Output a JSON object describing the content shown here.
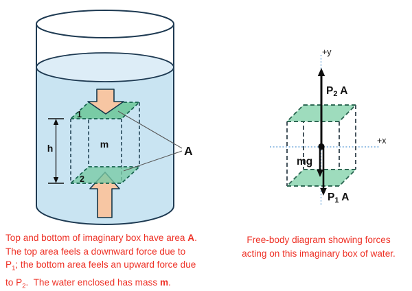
{
  "beaker_labels": {
    "top_face": "1",
    "bottom_face": "2",
    "mass": "m",
    "height": "h",
    "area": "A"
  },
  "fbd_labels": {
    "axis_y": "+y",
    "axis_x": "+x",
    "p2a_base": "P",
    "p2a_sub": "2",
    "p2a_rest": " A",
    "mg": "mg",
    "p1a_base": "P",
    "p1a_sub": "1",
    "p1a_rest": " A"
  },
  "captions": {
    "left": {
      "segments": [
        {
          "t": "Top and bottom of imaginary box have area "
        },
        {
          "t": "A",
          "b": true
        },
        {
          "t": "."
        },
        {
          "br": true
        },
        {
          "t": "The top area feels a downward force due to"
        },
        {
          "br": true
        },
        {
          "t": "P"
        },
        {
          "t": "1",
          "sub": true
        },
        {
          "t": "; the bottom area feels an upward force due"
        },
        {
          "br": true
        },
        {
          "t": "to P"
        },
        {
          "t": "2",
          "sub": true
        },
        {
          "t": ".  The water enclosed has mass "
        },
        {
          "t": "m",
          "b": true
        },
        {
          "t": "."
        }
      ]
    },
    "right": {
      "segments": [
        {
          "t": "Free-body diagram showing forces"
        },
        {
          "br": true
        },
        {
          "t": "acting on this imaginary box of water."
        }
      ]
    }
  },
  "colors": {
    "water": "#c9e4f2",
    "water_surface": "#ddedf7",
    "beaker_outline": "#1e3a52",
    "face_green": "#79cba5",
    "face_green_light": "#9edcbd",
    "face_dash": "#14604c",
    "face_dash_fbd": "#2f6a55",
    "edge_dash": "#2e4f60",
    "edge_dash_fbd": "#3d4c55",
    "arrow_fill": "#f7c6a3",
    "arrow_outline": "#14374b",
    "caption_red": "#ee3126",
    "axis_blue": "#5b9bd5",
    "label_black": "#111111",
    "connector_gray": "#5a5a5a",
    "force_black": "#0d0d0d"
  }
}
